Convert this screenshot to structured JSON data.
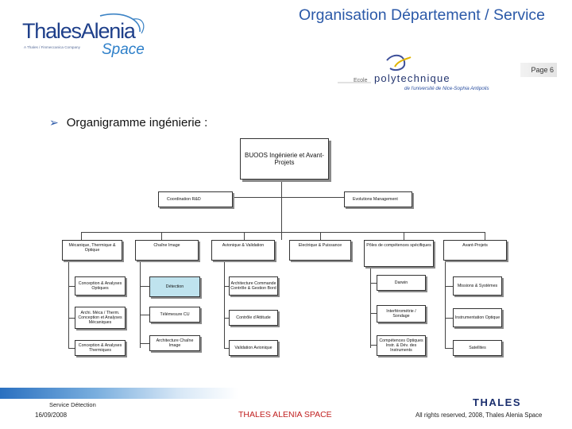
{
  "header": {
    "logo_left": {
      "name": "thales-alenia-space-logo",
      "line1": "ThalesAlenia",
      "tagline": "A Thales / Finmeccanica Company",
      "line2": "Space"
    },
    "title": "Organisation Département / Service",
    "logo_right": {
      "name": "polytechnique-logo",
      "word1": "Ecole",
      "word2": "polytechnique",
      "subtitle": "de l'université de Nice-Sophia Antipolis"
    },
    "page_label": "Page 6"
  },
  "content": {
    "bullet": "Organigramme ingénierie :"
  },
  "org": {
    "top": "BUOOS Ingénierie et Avant-Projets",
    "coordination": "Coordination R&D",
    "evolutions": "Evolutions Management",
    "departments": [
      "Mécanique, Thermique & Optique",
      "Chaîne Image",
      "Avionique & Validation",
      "Electrique & Puissance",
      "Pôles de compétences spécifiques",
      "Avant-Projets"
    ],
    "services": {
      "mecanique": [
        "Conception & Analyses Optiques",
        "Archi. Méca / Therm. Conception et Analyses Mécaniques",
        "Conception & Analyses Thermiques"
      ],
      "chaine_image": [
        "Détection",
        "Télémesure CU",
        "Architecture Chaîne Image"
      ],
      "avionique": [
        "Architecture Commande Contrôle & Gestion Bord",
        "Contrôle d'Attitude",
        "Validation Avionique"
      ],
      "poles": [
        "Darwin",
        "Interférométrie / Sondage",
        "Compétences Optiques Instr. & Dév. des Instruments"
      ],
      "avant_projets": [
        "Missions & Systèmes",
        "Instrumentation Optique",
        "Satellites"
      ]
    },
    "highlight_color": "#bfe3ee"
  },
  "footer": {
    "service": "Service Détection",
    "date": "16/09/2008",
    "company": "THALES ALENIA SPACE",
    "rights_a": "All rights reserved,",
    "rights_b": "2008, Thales Alenia Space",
    "logo": "THALES"
  }
}
